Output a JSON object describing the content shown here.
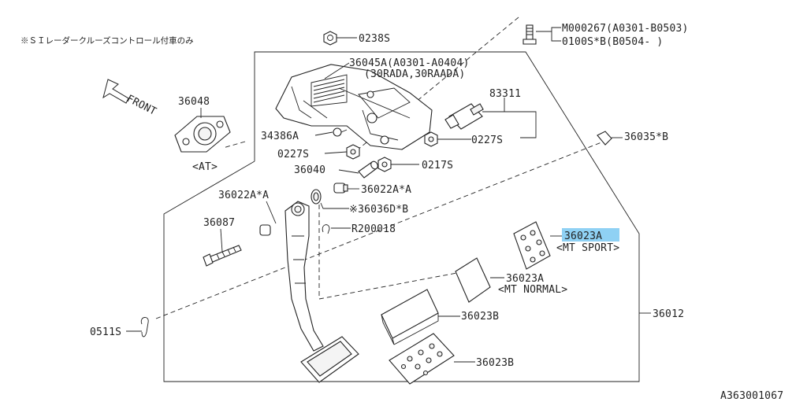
{
  "note": "※ＳＩレーダークルーズコントロール付車のみ",
  "front_label": "FRONT",
  "at_label": "<AT>",
  "labels": {
    "p238s": "0238S",
    "m267": "M000267(A0301-B0503)",
    "p100s": "0100S*B(B0504-       )",
    "p36045a": "36045A(A0301-A0404)",
    "p36045a_sub": "(30RADA,30RAADA)",
    "p36048": "36048",
    "p83311": "83311",
    "p34386a": "34386A",
    "p227s_l": "0227S",
    "p227s_r": "0227S",
    "p36035": "36035*B",
    "p36040": "36040",
    "p217s": "0217S",
    "p36022a_l": "36022A*A",
    "p36022a_r": "36022A*A",
    "p36036d": "※36036D*B",
    "p36087": "36087",
    "pr200018": "R200018",
    "p36023a_sport": "36023A",
    "p36023a_sport_sub": "<MT SPORT>",
    "p36023a_normal": "36023A",
    "p36023a_normal_sub": "<MT NORMAL>",
    "p36012": "36012",
    "p511s": "0511S",
    "p36023b_upper": "36023B",
    "p36023b_lower": "36023B"
  },
  "figure_id": "A363001067",
  "colors": {
    "highlight": "#8fd1f4",
    "line": "#222222"
  }
}
